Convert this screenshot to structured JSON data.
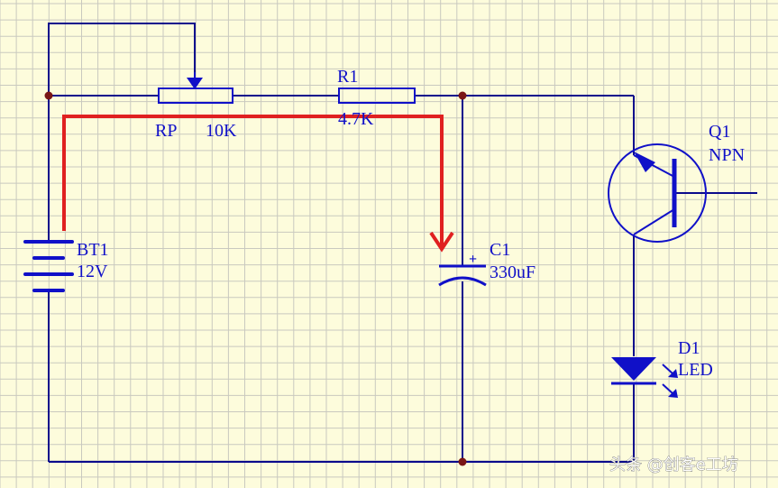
{
  "colors": {
    "background": "#fdfcdc",
    "grid": "#c9c9bf",
    "wire": "#0a0a8c",
    "component": "#1010c8",
    "junction": "#7a1616",
    "current_path": "#e02020",
    "watermark": "#ffffff"
  },
  "components": {
    "potentiometer": {
      "designator": "RP",
      "value": "10K"
    },
    "resistor": {
      "designator": "R1",
      "value": "4.7K"
    },
    "battery": {
      "designator": "BT1",
      "value": "12V"
    },
    "capacitor": {
      "designator": "C1",
      "value": "330uF",
      "polarity_mark": "+"
    },
    "transistor": {
      "designator": "Q1",
      "type": "NPN"
    },
    "led": {
      "designator": "D1",
      "type": "LED"
    }
  },
  "annotation": {
    "type": "charging-current-arrow",
    "color": "red"
  },
  "watermark": "头条 @创客e工坊"
}
